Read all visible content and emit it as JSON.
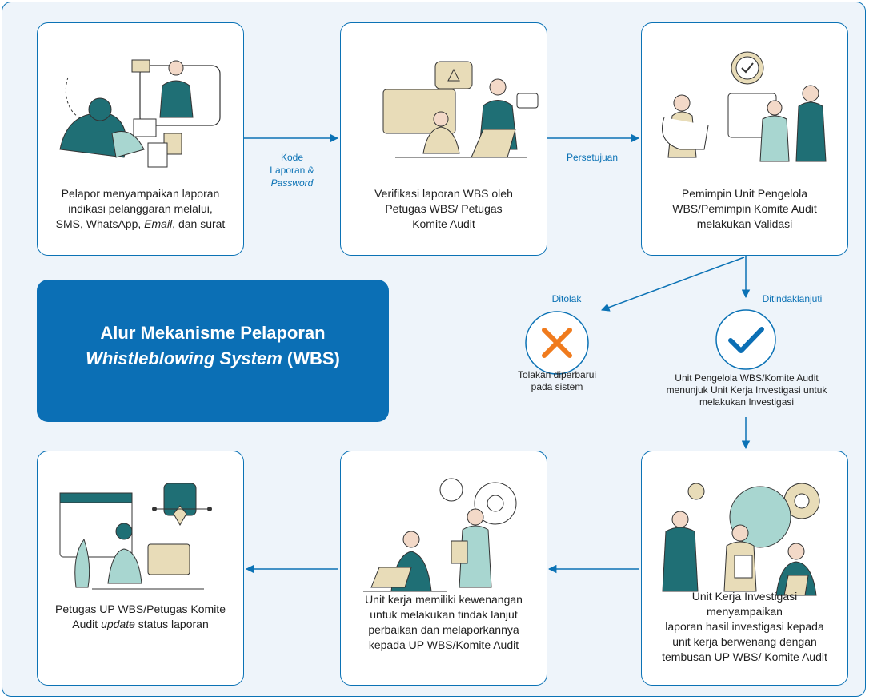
{
  "title": {
    "line1": "Alur Mekanisme Pelaporan",
    "line2_italic": "Whistleblowing System",
    "line2_rest": " (WBS)"
  },
  "steps": [
    {
      "lines": [
        "Pelapor menyampaikan laporan",
        "indikasi pelanggaran melalui,"
      ],
      "line3_pre": "SMS, WhatsApp, ",
      "line3_italic": "Email",
      "line3_post": ", dan surat"
    },
    {
      "lines": [
        "Verifikasi laporan WBS oleh",
        "Petugas WBS/ Petugas",
        "Komite Audit"
      ]
    },
    {
      "lines": [
        "Pemimpin Unit Pengelola",
        "WBS/Pemimpin Komite Audit",
        "melakukan Validasi"
      ]
    },
    {
      "lines": [
        "Unit Kerja Investigasi",
        "menyampaikan",
        "laporan hasil investigasi kepada",
        "unit kerja berwenang dengan",
        "tembusan UP WBS/ Komite Audit"
      ]
    },
    {
      "lines": [
        "Unit kerja memiliki kewenangan",
        "untuk melakukan tindak lanjut",
        "perbaikan dan melaporkannya",
        "kepada UP WBS/Komite Audit"
      ]
    },
    {
      "line1": "Petugas UP WBS/Petugas Komite",
      "line2_pre": "Audit ",
      "line2_italic": "update",
      "line2_post": " status laporan"
    }
  ],
  "edge_labels": {
    "kode": {
      "line1": "Kode",
      "line2": "Laporan &",
      "line3_italic": "Password"
    },
    "persetujuan": "Persetujuan",
    "ditolak": "Ditolak",
    "ditindaklanjuti": "Ditindaklanjuti"
  },
  "decisions": {
    "rejected": {
      "lines": [
        "Tolakan diperbarui",
        "pada sistem"
      ],
      "icon": "x-icon"
    },
    "approved": {
      "lines": [
        "Unit Pengelola WBS/Komite Audit",
        "menunjuk Unit Kerja Investigasi untuk",
        "melakukan Investigasi"
      ],
      "icon": "check-icon"
    }
  },
  "colors": {
    "primary": "#0b6fb5",
    "border": "#0b72b5",
    "background": "#eef4fa",
    "teal": "#1f6f75",
    "accent_beige": "#e8dcb8",
    "reject_orange": "#f07b1d"
  }
}
